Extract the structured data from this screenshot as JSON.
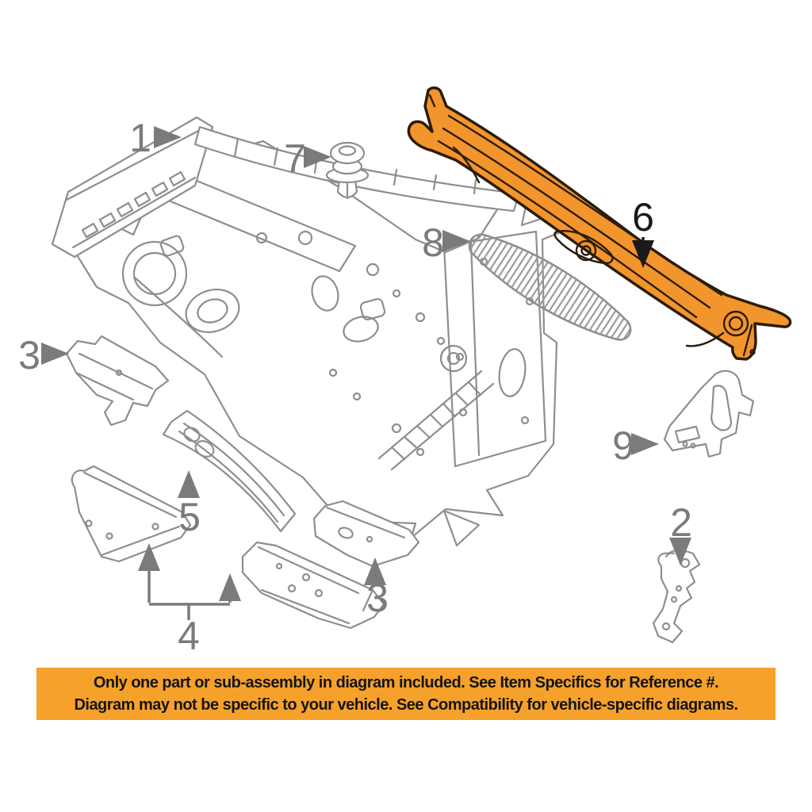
{
  "diagram": {
    "type": "vehicle-parts-line-diagram",
    "highlighted_part_number": "6",
    "line_color": "#8e8e8e",
    "label_color": "#7b7b7b",
    "highlight_label_color": "#1a1a1a",
    "highlight_fill": "#F2952C",
    "highlight_outline": "#2b1c08",
    "callouts": [
      {
        "label": "1"
      },
      {
        "label": "7"
      },
      {
        "label": "6"
      },
      {
        "label": "8"
      },
      {
        "label": "3"
      },
      {
        "label": "5"
      },
      {
        "label": "4"
      },
      {
        "label": "3"
      },
      {
        "label": "9"
      },
      {
        "label": "2"
      }
    ]
  },
  "banner": {
    "line1": "Only one part or sub-assembly in diagram included. See Item Specifics for Reference #.",
    "line2": "Diagram may not be specific to your vehicle. See Compatibility for vehicle-specific diagrams.",
    "bg_color": "#F6A12B",
    "text_color": "#141414"
  }
}
